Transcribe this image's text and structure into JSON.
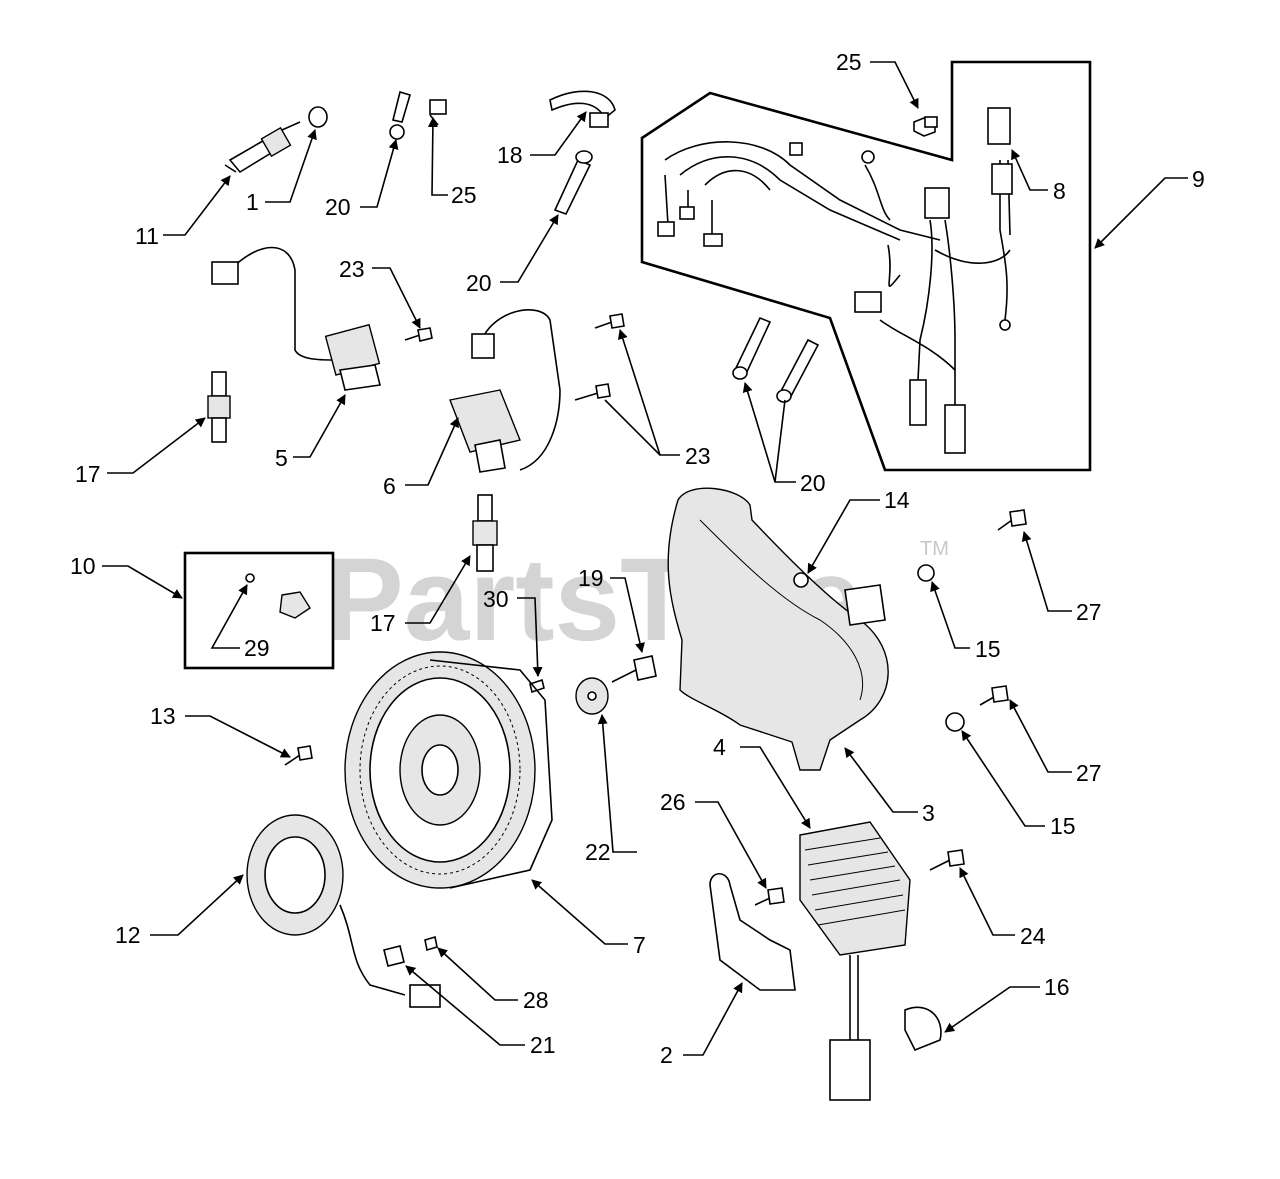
{
  "watermark": {
    "text": "PartsTree",
    "trademark": "TM"
  },
  "callouts": [
    {
      "id": "c-25-top",
      "text": "25"
    },
    {
      "id": "c-9",
      "text": "9"
    },
    {
      "id": "c-8",
      "text": "8"
    },
    {
      "id": "c-18",
      "text": "18"
    },
    {
      "id": "c-20-a",
      "text": "20"
    },
    {
      "id": "c-25-a",
      "text": "25"
    },
    {
      "id": "c-11",
      "text": "11"
    },
    {
      "id": "c-1",
      "text": "1"
    },
    {
      "id": "c-23-a",
      "text": "23"
    },
    {
      "id": "c-20-b",
      "text": "20"
    },
    {
      "id": "c-5",
      "text": "5"
    },
    {
      "id": "c-17-a",
      "text": "17"
    },
    {
      "id": "c-23-b",
      "text": "23"
    },
    {
      "id": "c-6",
      "text": "6"
    },
    {
      "id": "c-20-c",
      "text": "20"
    },
    {
      "id": "c-14",
      "text": "14"
    },
    {
      "id": "c-10",
      "text": "10"
    },
    {
      "id": "c-29",
      "text": "29"
    },
    {
      "id": "c-17-b",
      "text": "17"
    },
    {
      "id": "c-19",
      "text": "19"
    },
    {
      "id": "c-30",
      "text": "30"
    },
    {
      "id": "c-27-a",
      "text": "27"
    },
    {
      "id": "c-15-a",
      "text": "15"
    },
    {
      "id": "c-13",
      "text": "13"
    },
    {
      "id": "c-4",
      "text": "4"
    },
    {
      "id": "c-27-b",
      "text": "27"
    },
    {
      "id": "c-3",
      "text": "3"
    },
    {
      "id": "c-15-b",
      "text": "15"
    },
    {
      "id": "c-26",
      "text": "26"
    },
    {
      "id": "c-22",
      "text": "22"
    },
    {
      "id": "c-24",
      "text": "24"
    },
    {
      "id": "c-12",
      "text": "12"
    },
    {
      "id": "c-7",
      "text": "7"
    },
    {
      "id": "c-16",
      "text": "16"
    },
    {
      "id": "c-28",
      "text": "28"
    },
    {
      "id": "c-21",
      "text": "21"
    },
    {
      "id": "c-2",
      "text": "2"
    }
  ]
}
